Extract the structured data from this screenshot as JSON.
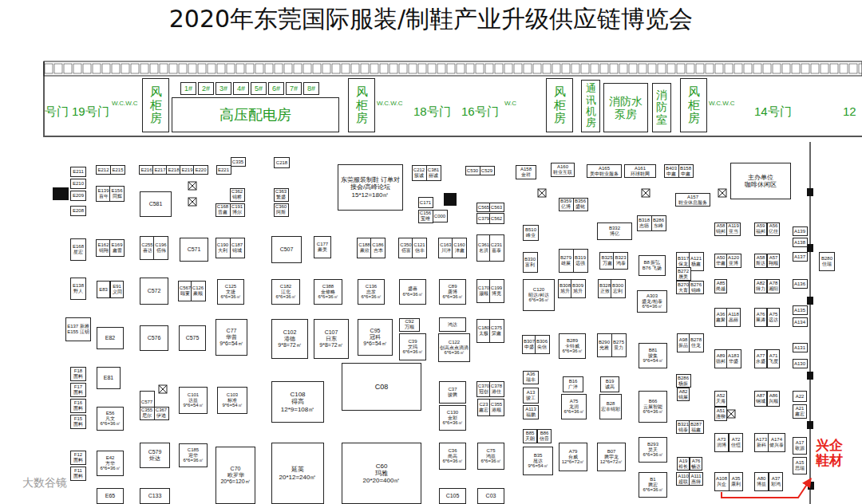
{
  "diagram": {
    "title": "2020年东莞国际服装/制鞋产业升级供应链博览会",
    "nodes": [
      {
        "text": [
          "风柜房"
        ]
      },
      {
        "text": [
          "高压配电房"
        ]
      },
      {
        "text": [
          "1#"
        ]
      },
      {
        "text": [
          "2#"
        ]
      },
      {
        "text": [
          "3#"
        ]
      },
      {
        "text": [
          "4#"
        ]
      },
      {
        "text": [
          "5#"
        ]
      },
      {
        "text": [
          "6#"
        ]
      },
      {
        "text": [
          "7#"
        ]
      },
      {
        "text": [
          "8#"
        ]
      },
      {
        "text": [
          "风柜房"
        ]
      },
      {
        "text": [
          "风柜房"
        ]
      },
      {
        "text": [
          "通讯机房"
        ]
      },
      {
        "text": [
          "消防水泵房"
        ]
      },
      {
        "text": [
          "消防室"
        ]
      },
      {
        "text": [
          "风柜房"
        ]
      },
      {
        "text": [
          "E211"
        ]
      },
      {
        "text": [
          "E210"
        ]
      },
      {
        "text": [
          "E209"
        ]
      },
      {
        "text": [
          "E208"
        ]
      },
      {
        "text": [
          "E212"
        ]
      },
      {
        "text": [
          "E215"
        ]
      },
      {
        "text": [
          "E216"
        ]
      },
      {
        "text": [
          "E217"
        ]
      },
      {
        "text": [
          "E218"
        ]
      },
      {
        "text": [
          "E219"
        ]
      },
      {
        "text": [
          "E220"
        ]
      },
      {
        "text": [
          "E221"
        ]
      },
      {
        "text": [
          "C335"
        ]
      },
      {
        "text": [
          "C218"
        ]
      },
      {
        "text": [
          "东莞服装制鞋 订单对接会/高峰论坛",
          "15*12=180㎡"
        ]
      },
      {
        "text": [
          "C212",
          "簇诚"
        ]
      },
      {
        "text": [
          "C381",
          "丽诚"
        ]
      },
      {
        "text": [
          "C530"
        ]
      },
      {
        "text": [
          "C529"
        ]
      },
      {
        "text": [
          "A158",
          "金祥"
        ]
      },
      {
        "text": [
          "A160",
          "鞋业互联"
        ]
      },
      {
        "text": [
          "A165",
          "美中鞋业服务"
        ]
      },
      {
        "text": [
          "A161",
          "环球鞋网"
        ]
      },
      {
        "text": [
          "B403",
          "中鑫"
        ]
      },
      {
        "text": [
          "B158",
          "中鑫"
        ]
      },
      {
        "text": [
          "主办单位",
          "咖啡休闲区"
        ]
      },
      {
        "text": [
          "A157",
          "鞋业休息服务"
        ]
      },
      {
        "text": [
          "E139",
          "百年"
        ]
      },
      {
        "text": [
          "E156",
          "同辉"
        ]
      },
      {
        "text": [
          "C581"
        ]
      },
      {
        "text": [
          "C362",
          "锦桥"
        ]
      },
      {
        "text": [
          "C168",
          "晋鑫"
        ]
      },
      {
        "text": [
          "C191",
          "博尔"
        ]
      },
      {
        "text": [
          "C363",
          "繁盛"
        ]
      },
      {
        "text": [
          "C360",
          "阿斯"
        ]
      },
      {
        "text": [
          "C171"
        ]
      },
      {
        "text": [
          "C156",
          "宝维"
        ]
      },
      {
        "text": [
          "C000"
        ]
      },
      {
        "text": [
          "C565"
        ]
      },
      {
        "text": [
          "C563"
        ]
      },
      {
        "text": [
          "C379"
        ]
      },
      {
        "text": [
          "C562"
        ]
      },
      {
        "text": [
          "B359",
          "亿博"
        ]
      },
      {
        "text": [
          "B356",
          "盛铭"
        ]
      },
      {
        "text": [
          "B332",
          "博亿"
        ]
      },
      {
        "text": [
          "B318",
          "志德"
        ]
      },
      {
        "text": [
          "B286",
          "东峰"
        ]
      },
      {
        "text": [
          "A58",
          "锦邦"
        ]
      },
      {
        "text": [
          "A119",
          "亚当"
        ]
      },
      {
        "text": [
          "A59",
          "福邦"
        ]
      },
      {
        "text": [
          "A56",
          "亿佳"
        ]
      },
      {
        "text": [
          "A139"
        ]
      },
      {
        "text": [
          "A138"
        ]
      },
      {
        "text": [
          "B280",
          "佳瑞"
        ]
      },
      {
        "text": [
          "E168",
          "星宏"
        ]
      },
      {
        "text": [
          "E162",
          "锦翔"
        ]
      },
      {
        "text": [
          "E169",
          "鑫蕾"
        ]
      },
      {
        "text": [
          "C255",
          "喜达"
        ]
      },
      {
        "text": [
          "C196",
          "佰伟"
        ]
      },
      {
        "text": [
          "C571"
        ]
      },
      {
        "text": [
          "C190",
          "大利"
        ]
      },
      {
        "text": [
          "C187",
          "锦城"
        ]
      },
      {
        "text": [
          "C507"
        ]
      },
      {
        "text": [
          "C177",
          "豪美"
        ]
      },
      {
        "text": [
          "C188",
          "豪欣"
        ]
      },
      {
        "text": [
          "C186",
          "吉本"
        ]
      },
      {
        "text": [
          "C350",
          "佰富"
        ]
      },
      {
        "text": [
          "C121",
          "信丰"
        ]
      },
      {
        "text": [
          "C163",
          "川洋"
        ]
      },
      {
        "text": [
          "C160",
          "沣鑫"
        ]
      },
      {
        "text": [
          "C361",
          "名洪"
        ]
      },
      {
        "text": [
          "C231",
          "嘉泰"
        ]
      },
      {
        "text": [
          "B510",
          "峰业"
        ]
      },
      {
        "text": [
          "B330",
          "富利"
        ]
      },
      {
        "text": [
          "B279",
          "雄展"
        ]
      },
      {
        "text": [
          "B319",
          "远强"
        ]
      },
      {
        "text": [
          "B325",
          "万鑫"
        ]
      },
      {
        "text": [
          "B323",
          "鸿泰"
        ]
      },
      {
        "text": [
          "B8 振弘",
          "B76 飞扬"
        ]
      },
      {
        "text": [
          "B317",
          "保龙"
        ]
      },
      {
        "text": [
          "A121",
          "杨鑫"
        ]
      },
      {
        "text": [
          "A50",
          "华鑫"
        ]
      },
      {
        "text": [
          "A120",
          "亚博"
        ]
      },
      {
        "text": [
          "A58",
          "斯达"
        ]
      },
      {
        "text": [
          "A57",
          "翔顺"
        ]
      },
      {
        "text": [
          "A137"
        ]
      },
      {
        "text": [
          "A136"
        ]
      },
      {
        "text": [
          "E138",
          "野人"
        ]
      },
      {
        "text": [
          "E83"
        ]
      },
      {
        "text": [
          "E91",
          "义同"
        ]
      },
      {
        "text": [
          "C572"
        ]
      },
      {
        "text": [
          "C567",
          "颐宴"
        ]
      },
      {
        "text": [
          "C126",
          "豪顺"
        ]
      },
      {
        "text": [
          "C125",
          "文捷",
          "6*6=36㎡"
        ]
      },
      {
        "text": [
          "C182",
          "江北",
          "6*6=36㎡"
        ]
      },
      {
        "text": [
          "C388",
          "金修略",
          "6*6=36㎡"
        ]
      },
      {
        "text": [
          "C136",
          "忠发",
          "6*6=36㎡"
        ]
      },
      {
        "text": [
          "盛喜",
          "6*6=36㎡"
        ]
      },
      {
        "text": [
          "C89",
          "唐博",
          "6*6=36㎡"
        ]
      },
      {
        "text": [
          "C170",
          "灏顺"
        ]
      },
      {
        "text": [
          "C199",
          "博克"
        ]
      },
      {
        "text": [
          "C120",
          "昭达/邦达",
          "6*6=36㎡"
        ]
      },
      {
        "text": [
          "B308",
          "旭升"
        ]
      },
      {
        "text": [
          "B309",
          "旭升"
        ]
      },
      {
        "text": [
          "B328",
          "正致"
        ]
      },
      {
        "text": [
          "B300",
          "宏利"
        ]
      },
      {
        "text": [
          "A303",
          "盛龙/柏泰",
          "6*6=36㎡"
        ]
      },
      {
        "text": [
          "B272",
          "晟美"
        ]
      },
      {
        "text": [
          "B270",
          "大育"
        ]
      },
      {
        "text": [
          "B276",
          "锦峰"
        ]
      },
      {
        "text": [
          "A85",
          "尚越"
        ]
      },
      {
        "text": [
          "A82",
          "得力"
        ]
      },
      {
        "text": [
          "A78",
          "湘阳"
        ]
      },
      {
        "text": [
          "A36",
          "鑫聚"
        ]
      },
      {
        "text": [
          "A118",
          "晶丽"
        ]
      },
      {
        "text": [
          "A76",
          "莱涛"
        ]
      },
      {
        "text": [
          "A75",
          "远达"
        ]
      },
      {
        "text": [
          "A135"
        ]
      },
      {
        "text": [
          "A134"
        ]
      },
      {
        "text": [
          "E137 新雅",
          "E155 江钥"
        ]
      },
      {
        "text": [
          "E82"
        ]
      },
      {
        "text": [
          "C576"
        ]
      },
      {
        "text": [
          "C575"
        ]
      },
      {
        "text": [
          "C77",
          "华普",
          "9*6=54㎡"
        ]
      },
      {
        "text": [
          "C102",
          "港德",
          "9*8=72㎡"
        ]
      },
      {
        "text": [
          "C107",
          "日东",
          "9*8=72㎡"
        ]
      },
      {
        "text": [
          "C95",
          "冠科",
          "9*6=54㎡"
        ]
      },
      {
        "text": [
          "C92",
          "万顺"
        ]
      },
      {
        "text": [
          "C39",
          "艾玛",
          "6*6=36㎡"
        ]
      },
      {
        "text": [
          "鸿达"
        ]
      },
      {
        "text": [
          "C122",
          "创高点点滴滴",
          "6*6=36㎡"
        ]
      },
      {
        "text": [
          "C180",
          "太极"
        ]
      },
      {
        "text": [
          "C375",
          "荣鑫"
        ]
      },
      {
        "text": [
          "B307",
          "中盛"
        ]
      },
      {
        "text": [
          "B306",
          "尖信"
        ]
      },
      {
        "text": [
          "B289",
          "卡特威",
          "6*6=36㎡"
        ]
      },
      {
        "text": [
          "B290",
          "光雅"
        ]
      },
      {
        "text": [
          "B275",
          "景力"
        ]
      },
      {
        "text": [
          "B81",
          "骏集",
          "9*6=54㎡"
        ]
      },
      {
        "text": [
          "A98",
          "振品"
        ]
      },
      {
        "text": [
          "B278",
          "佳龙"
        ]
      },
      {
        "text": [
          "A89",
          "德邦"
        ]
      },
      {
        "text": [
          "A183",
          "华盛"
        ]
      },
      {
        "text": [
          "A77",
          "永盛"
        ]
      },
      {
        "text": [
          "A71",
          "飞度"
        ]
      },
      {
        "text": [
          "A131"
        ]
      },
      {
        "text": [
          "A130"
        ]
      },
      {
        "text": [
          "F18",
          "面料"
        ]
      },
      {
        "text": [
          "F17",
          "面料"
        ]
      },
      {
        "text": [
          "F16",
          "面料"
        ]
      },
      {
        "text": [
          "F15",
          "面料"
        ]
      },
      {
        "text": [
          "E81"
        ]
      },
      {
        "text": [
          "C577"
        ]
      },
      {
        "text": [
          "C101",
          "达益",
          "9*6=54㎡"
        ]
      },
      {
        "text": [
          "C103",
          "标准",
          "9*6=54㎡"
        ]
      },
      {
        "text": [
          "C108",
          "得高",
          "12*9=108㎡"
        ]
      },
      {
        "text": [
          "C08"
        ]
      },
      {
        "text": [
          "C37",
          "骏腾"
        ]
      },
      {
        "text": [
          "C370",
          "冠创"
        ]
      },
      {
        "text": [
          "C378",
          "港佳"
        ]
      },
      {
        "text": [
          "A36",
          "瑞丰"
        ]
      },
      {
        "text": [
          "A13",
          "骏工"
        ]
      },
      {
        "text": [
          "B16",
          "广洋"
        ]
      },
      {
        "text": [
          "B19",
          "诚高"
        ]
      },
      {
        "text": [
          "A75",
          "龙润",
          "6*6=36㎡"
        ]
      },
      {
        "text": [
          "B28",
          "宏丰锦彩"
        ]
      },
      {
        "text": [
          "B66",
          "云展智能",
          "6*6=36㎡"
        ]
      },
      {
        "text": [
          "B286",
          "杨振"
        ]
      },
      {
        "text": [
          "A82",
          "锦展"
        ]
      },
      {
        "text": [
          "A52",
          "天海"
        ]
      },
      {
        "text": [
          "A51",
          "连柳"
        ]
      },
      {
        "text": [
          "A87",
          "钢城"
        ]
      },
      {
        "text": [
          "A86",
          "兴顺"
        ]
      },
      {
        "text": [
          "A22"
        ]
      },
      {
        "text": [
          "A21",
          "鑫宏"
        ]
      },
      {
        "text": [
          "E56",
          "凡文",
          "6*6=36㎡"
        ]
      },
      {
        "text": [
          "C355",
          "尼尔"
        ]
      },
      {
        "text": [
          "C367",
          "伊迪"
        ]
      },
      {
        "text": [
          "C130",
          "金彩",
          "6*6=36㎡"
        ]
      },
      {
        "text": [
          "C23",
          "鑫宏"
        ]
      },
      {
        "text": [
          "C355",
          "港顺"
        ]
      },
      {
        "text": [
          "A113",
          "福鹏"
        ]
      },
      {
        "text": [
          "B321",
          "锦泰"
        ]
      },
      {
        "text": [
          "B287",
          "福鑫"
        ]
      },
      {
        "text": [
          "F12",
          "面料"
        ]
      },
      {
        "text": [
          "F11",
          "面料"
        ]
      },
      {
        "text": [
          "E42",
          "方华",
          "6*6=36㎡"
        ]
      },
      {
        "text": [
          "E65"
        ]
      },
      {
        "text": [
          "C579",
          "炬达"
        ]
      },
      {
        "text": [
          "C185",
          "迎华",
          "6*6=36㎡"
        ]
      },
      {
        "text": [
          "C70",
          "欧罗华",
          "20*6=120㎡"
        ]
      },
      {
        "text": [
          "延英",
          "20*12=240㎡"
        ]
      },
      {
        "text": [
          "C60",
          "玛雅",
          "20*20=400㎡"
        ]
      },
      {
        "text": [
          "C36",
          "尚高",
          "6*6=36㎡"
        ]
      },
      {
        "text": [
          "C75",
          "鸿益",
          "6*6=36㎡"
        ]
      },
      {
        "text": [
          "B85",
          "天朗"
        ]
      },
      {
        "text": [
          "B86",
          "信音"
        ]
      },
      {
        "text": [
          "B35",
          "昆达",
          "9*6=54㎡"
        ]
      },
      {
        "text": [
          "A79",
          "台威",
          "12*6=72㎡"
        ]
      },
      {
        "text": [
          "B07",
          "腾宇龙",
          "12*6=72㎡"
        ]
      },
      {
        "text": [
          "B293",
          "昊天",
          "6*6=36㎡"
        ]
      },
      {
        "text": [
          "B1",
          "腾宏",
          "6*6=36㎡"
        ]
      },
      {
        "text": [
          "A19",
          "裕长"
        ]
      },
      {
        "text": [
          "A76",
          "畅达"
        ]
      },
      {
        "text": [
          "A110",
          "超联"
        ]
      },
      {
        "text": [
          "A111",
          "惠得"
        ]
      },
      {
        "text": [
          "A73",
          "润博"
        ]
      },
      {
        "text": [
          "A72",
          "佳恒"
        ]
      },
      {
        "text": [
          "A173",
          "新科"
        ]
      },
      {
        "text": [
          "A174",
          "健兴泰"
        ]
      },
      {
        "text": [
          "A108",
          "兴企"
        ]
      },
      {
        "text": [
          "A35",
          "康利"
        ]
      },
      {
        "text": [
          "A80",
          "博益"
        ]
      },
      {
        "text": [
          "A37",
          "彩鸿"
        ]
      },
      {
        "text": [
          "A17",
          "敬源"
        ]
      },
      {
        "text": [
          "A15",
          "思瑞"
        ]
      },
      {
        "text": [
          "C105"
        ]
      },
      {
        "text": [
          "C03"
        ]
      },
      {
        "text": [
          "C133"
        ]
      }
    ],
    "labels": [
      "号门",
      "19号门",
      "W.C.W.C",
      "W.C.W.C",
      "18号门",
      "16号门",
      "W.C",
      "W.C.W.C",
      "14号门",
      "12",
      "兴企 鞋材",
      "大数谷镜"
    ]
  }
}
